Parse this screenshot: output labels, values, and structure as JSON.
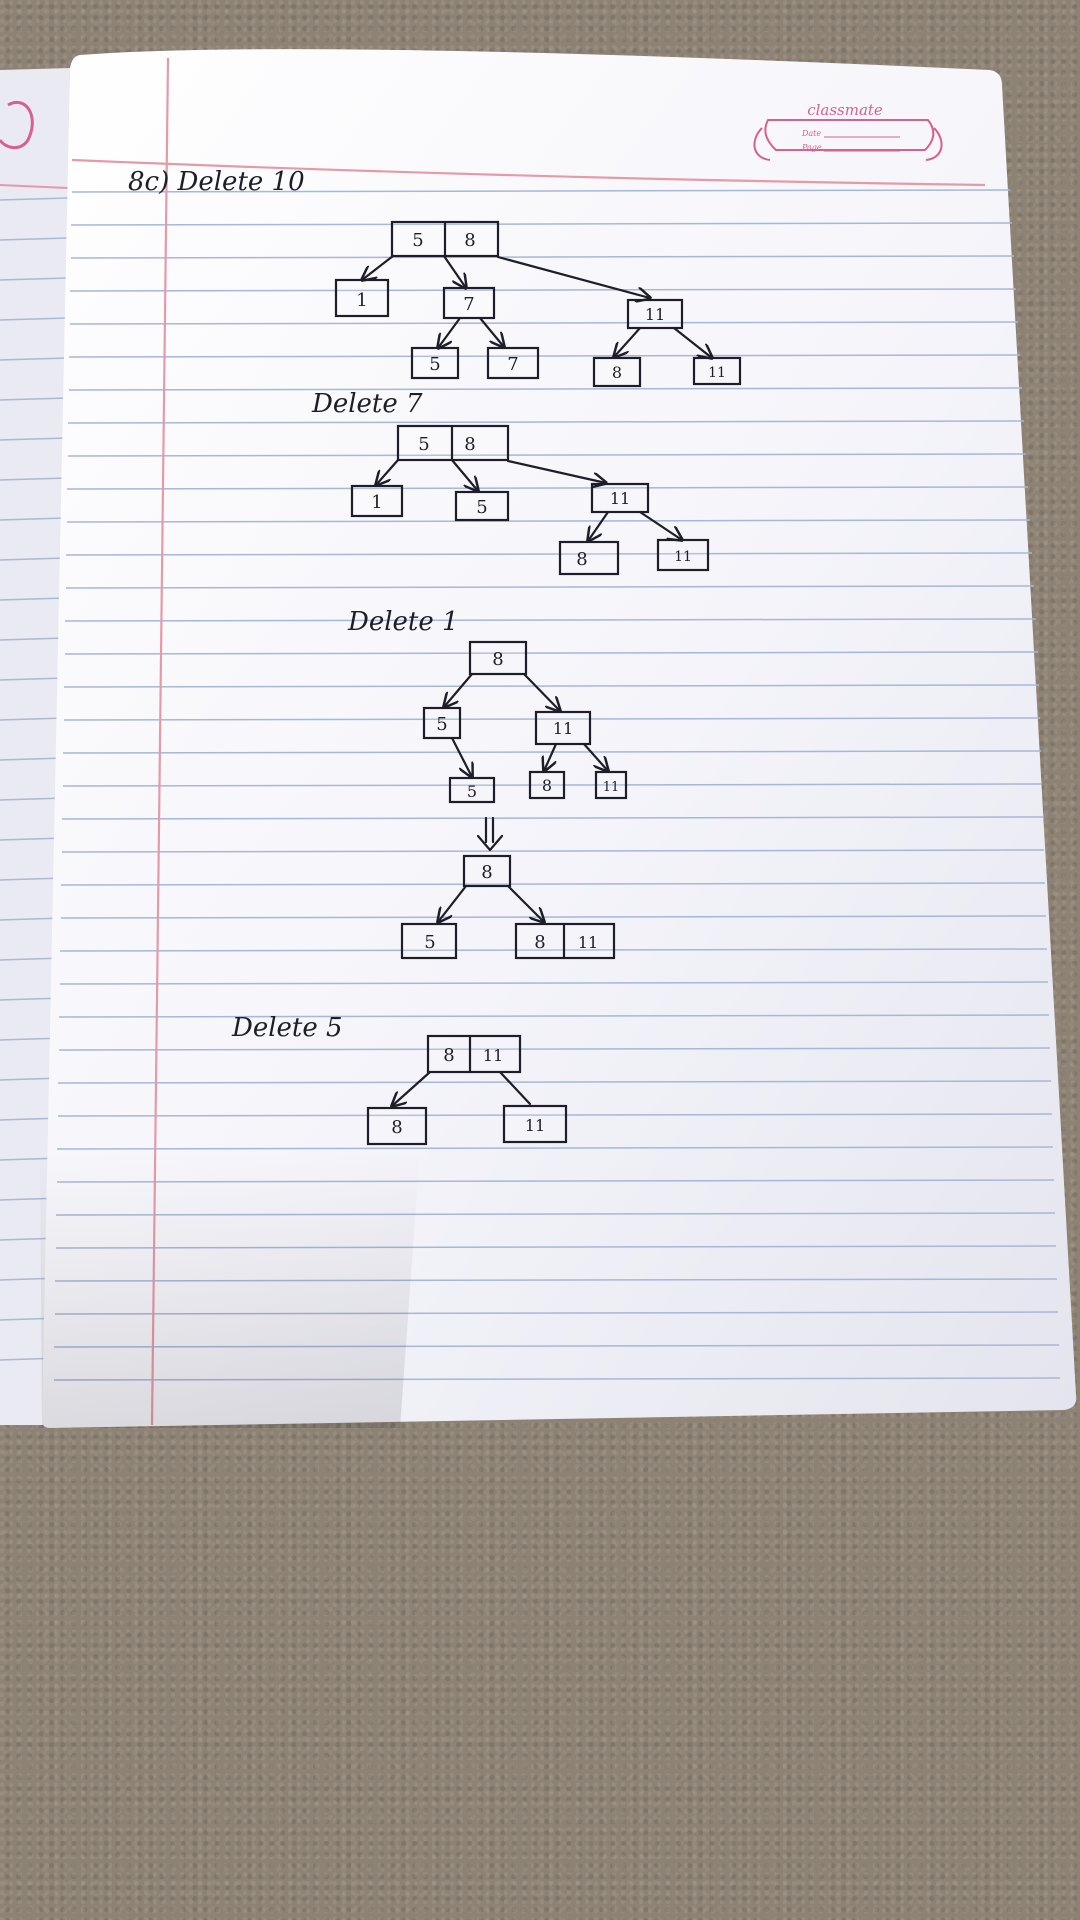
{
  "brand": "classmate",
  "header_fields": [
    "Date",
    "Page"
  ],
  "sections": [
    {
      "heading": "8c) Delete 10",
      "nodes": [
        {
          "keys": [
            "5",
            "8"
          ]
        },
        {
          "keys": [
            "1"
          ]
        },
        {
          "keys": [
            "7"
          ]
        },
        {
          "keys": [
            "11"
          ]
        },
        {
          "keys": [
            "5"
          ]
        },
        {
          "keys": [
            "7"
          ]
        },
        {
          "keys": [
            "8"
          ]
        },
        {
          "keys": [
            "11"
          ]
        }
      ]
    },
    {
      "heading": "Delete 7",
      "nodes": [
        {
          "keys": [
            "5",
            "8"
          ]
        },
        {
          "keys": [
            "1"
          ]
        },
        {
          "keys": [
            "5"
          ]
        },
        {
          "keys": [
            "11"
          ]
        },
        {
          "keys": [
            "8"
          ]
        },
        {
          "keys": [
            "11"
          ]
        }
      ]
    },
    {
      "heading": "Delete 1",
      "nodes": [
        {
          "keys": [
            "8"
          ]
        },
        {
          "keys": [
            "5"
          ]
        },
        {
          "keys": [
            "11"
          ]
        },
        {
          "keys": [
            "5"
          ]
        },
        {
          "keys": [
            "8"
          ]
        },
        {
          "keys": [
            "11"
          ]
        }
      ],
      "result_nodes": [
        {
          "keys": [
            "8"
          ]
        },
        {
          "keys": [
            "5"
          ]
        },
        {
          "keys": [
            "8",
            "11"
          ]
        }
      ]
    },
    {
      "heading": "Delete 5",
      "nodes": [
        {
          "keys": [
            "8",
            "11"
          ]
        },
        {
          "keys": [
            "8"
          ]
        },
        {
          "keys": [
            "11"
          ]
        }
      ]
    }
  ]
}
